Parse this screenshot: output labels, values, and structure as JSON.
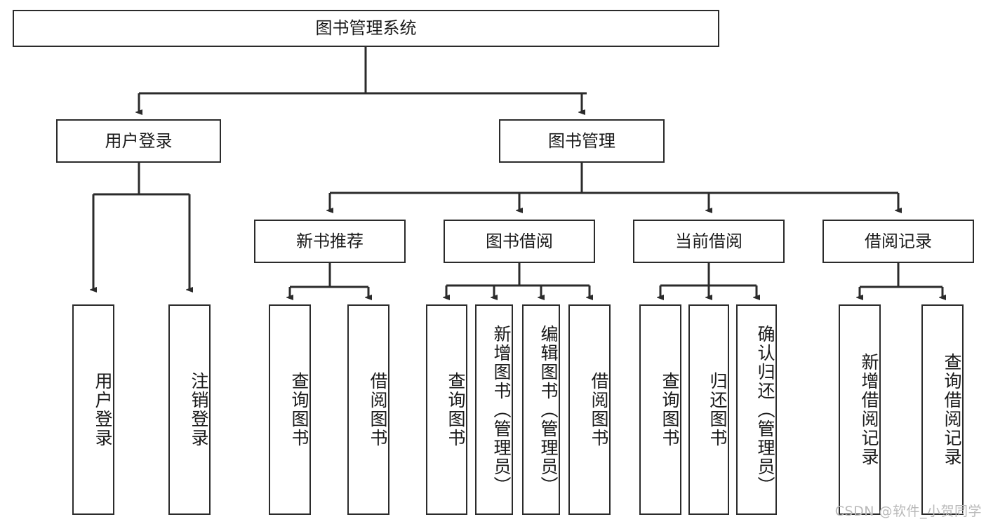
{
  "diagram": {
    "title": "图书管理系统",
    "type": "hierarchy-tree",
    "levels": 4,
    "root": {
      "label": "图书管理系统"
    },
    "level2": [
      {
        "label": "用户登录"
      },
      {
        "label": "图书管理"
      }
    ],
    "level3": [
      {
        "label": "新书推荐",
        "parent": "图书管理"
      },
      {
        "label": "图书借阅",
        "parent": "图书管理"
      },
      {
        "label": "当前借阅",
        "parent": "图书管理"
      },
      {
        "label": "借阅记录",
        "parent": "图书管理"
      }
    ],
    "leaves": [
      {
        "label": "用户登录",
        "parent": "用户登录"
      },
      {
        "label": "注销登录",
        "parent": "用户登录"
      },
      {
        "label": "查询图书",
        "parent": "新书推荐"
      },
      {
        "label": "借阅图书",
        "parent": "新书推荐"
      },
      {
        "label": "查询图书",
        "parent": "图书借阅"
      },
      {
        "label": "新增图书（管理员）",
        "parent": "图书借阅"
      },
      {
        "label": "编辑图书（管理员）",
        "parent": "图书借阅"
      },
      {
        "label": "借阅图书",
        "parent": "图书借阅"
      },
      {
        "label": "查询图书",
        "parent": "当前借阅"
      },
      {
        "label": "归还图书",
        "parent": "当前借阅"
      },
      {
        "label": "确认归还（管理员）",
        "parent": "当前借阅"
      },
      {
        "label": "新增借阅记录",
        "parent": "借阅记录"
      },
      {
        "label": "查询借阅记录",
        "parent": "借阅记录"
      }
    ],
    "colors": {
      "stroke": "#2b2b2b",
      "fill": "#ffffff",
      "text": "#1a1a1a",
      "watermark": "#b9b9b9"
    }
  },
  "watermark": {
    "text": "CSDN @软件_小贺同学"
  }
}
